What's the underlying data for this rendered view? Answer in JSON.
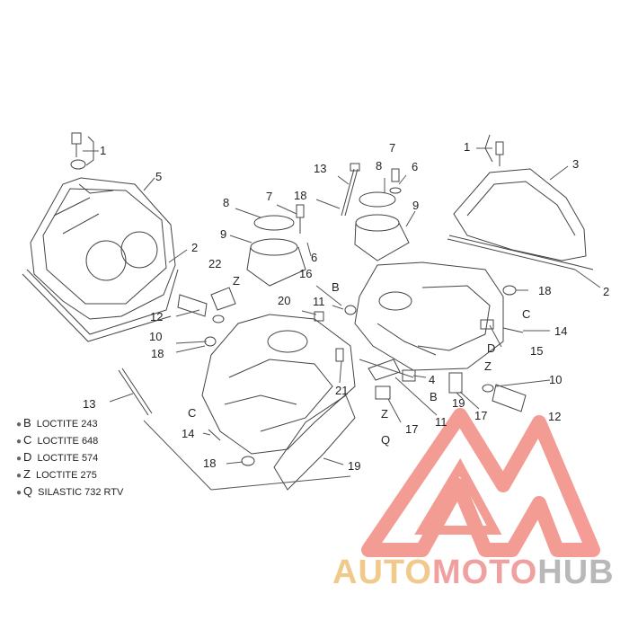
{
  "callouts": {
    "c1a": "1",
    "c1b": "1",
    "c2a": "2",
    "c2b": "2",
    "c3": "3",
    "c4": "4",
    "c5": "5",
    "c6a": "6",
    "c6b": "6",
    "c7a": "7",
    "c7b": "7",
    "c8a": "8",
    "c8b": "8",
    "c9a": "9",
    "c9b": "9",
    "c10a": "10",
    "c10b": "10",
    "c11a": "11",
    "c11b": "11",
    "c12a": "12",
    "c12b": "12",
    "c13a": "13",
    "c13b": "13",
    "c14a": "14",
    "c14b": "14",
    "c15": "15",
    "c16": "16",
    "c17a": "17",
    "c17b": "17",
    "c18a": "18",
    "c18b": "18",
    "c18c": "18",
    "c18d": "18",
    "c19a": "19",
    "c19b": "19",
    "c20": "20",
    "c21": "21",
    "c22": "22",
    "lz1": "Z",
    "lz2": "Z",
    "lz3": "Z",
    "lb1": "B",
    "lb2": "B",
    "lc1": "C",
    "lc2": "C",
    "ld1": "D",
    "lq1": "Q"
  },
  "legend": [
    {
      "code": "B",
      "text": "LOCTITE 243"
    },
    {
      "code": "C",
      "text": "LOCTITE 648"
    },
    {
      "code": "D",
      "text": "LOCTITE 574"
    },
    {
      "code": "Z",
      "text": "LOCTITE 275"
    },
    {
      "code": "Q",
      "text": "SILASTIC 732 RTV"
    }
  ],
  "logo": {
    "part1": "AUTO",
    "part2": "MOTO",
    "part3": "HUB"
  },
  "colors": {
    "line": "#444444",
    "logo_red": "#f28b82",
    "logo_orange": "#f1c98a",
    "logo_grey": "#b8b8b8"
  }
}
